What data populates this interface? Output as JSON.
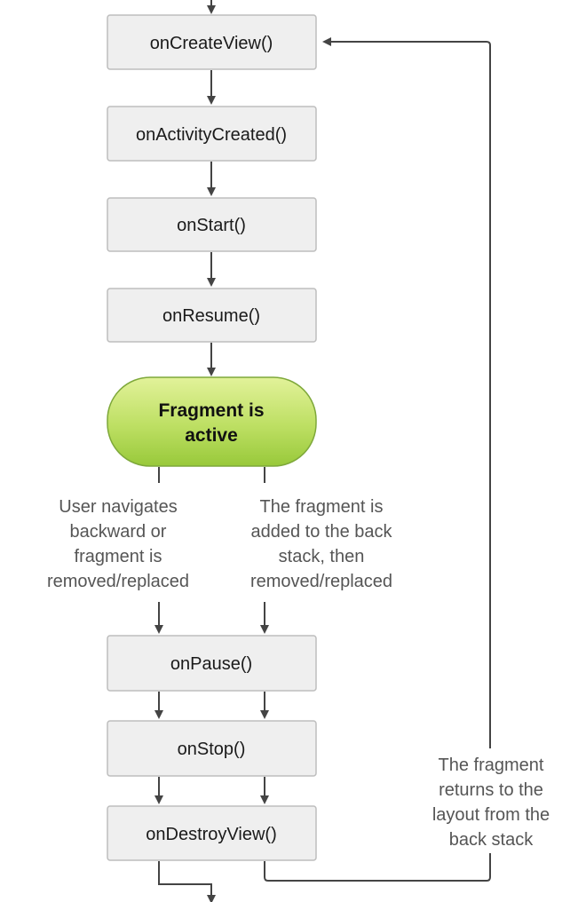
{
  "colors": {
    "box_fill": "#efefef",
    "box_stroke": "#bdbdbd",
    "active_fill_top": "#dff08e",
    "active_fill_bottom": "#9ccb3c",
    "active_stroke": "#7ea83a",
    "connector": "#444444",
    "note_text": "#555555"
  },
  "states": {
    "on_create_view": "onCreateView()",
    "on_activity_created": "onActivityCreated()",
    "on_start": "onStart()",
    "on_resume": "onResume()",
    "on_pause": "onPause()",
    "on_stop": "onStop()",
    "on_destroy_view": "onDestroyView()"
  },
  "active_state": {
    "line1": "Fragment is",
    "line2": "active"
  },
  "notes": {
    "user_navigates": [
      "User navigates",
      "backward or",
      "fragment is",
      "removed/replaced"
    ],
    "added_to_back_stack": [
      "The fragment is",
      "added to the back",
      "stack, then",
      "removed/replaced"
    ],
    "returns_to_layout": [
      "The fragment",
      "returns to the",
      "layout from the",
      "back stack"
    ]
  }
}
